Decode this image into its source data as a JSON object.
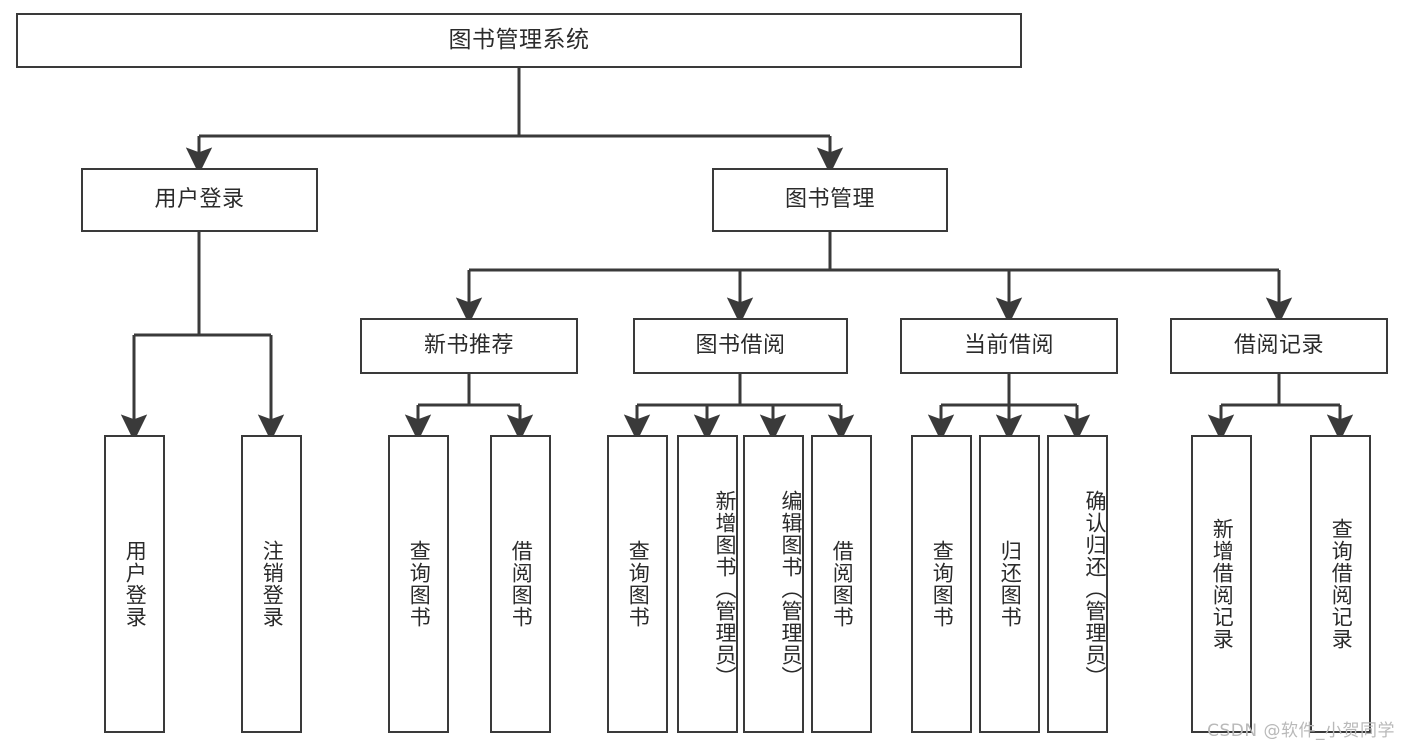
{
  "diagram": {
    "title": "图书管理系统",
    "type": "tree",
    "orientation": "top-down",
    "colors": {
      "box_border": "#3a3a3a",
      "box_fill": "#ffffff",
      "connector": "#3a3a3a",
      "text": "#2b2b2b",
      "watermark": "#b9b9b9",
      "background": "#ffffff"
    },
    "root": {
      "id": "root",
      "label": "图书管理系统"
    },
    "level2": [
      {
        "id": "user-login",
        "label": "用户登录"
      },
      {
        "id": "book-manage",
        "label": "图书管理"
      }
    ],
    "level3": [
      {
        "id": "new-book-recommend",
        "label": "新书推荐",
        "parent": "book-manage"
      },
      {
        "id": "book-borrow",
        "label": "图书借阅",
        "parent": "book-manage"
      },
      {
        "id": "current-borrow",
        "label": "当前借阅",
        "parent": "book-manage"
      },
      {
        "id": "borrow-record",
        "label": "借阅记录",
        "parent": "book-manage"
      }
    ],
    "leaves": {
      "user_login": [
        {
          "id": "leaf-user-login",
          "label": "用户登录"
        },
        {
          "id": "leaf-logout-login",
          "label": "注销登录"
        }
      ],
      "new_book_recommend": [
        {
          "id": "leaf-query-book-1",
          "label": "查询图书"
        },
        {
          "id": "leaf-borrow-book-1",
          "label": "借阅图书"
        }
      ],
      "book_borrow": [
        {
          "id": "leaf-query-book-2",
          "label": "查询图书"
        },
        {
          "id": "leaf-add-book",
          "label": "新增图书（管理员）"
        },
        {
          "id": "leaf-edit-book",
          "label": "编辑图书（管理员）"
        },
        {
          "id": "leaf-borrow-book-2",
          "label": "借阅图书"
        }
      ],
      "current_borrow": [
        {
          "id": "leaf-query-book-3",
          "label": "查询图书"
        },
        {
          "id": "leaf-return-book",
          "label": "归还图书"
        },
        {
          "id": "leaf-confirm-return",
          "label": "确认归还（管理员）"
        }
      ],
      "borrow_record": [
        {
          "id": "leaf-add-record",
          "label": "新增借阅记录"
        },
        {
          "id": "leaf-query-record",
          "label": "查询借阅记录"
        }
      ]
    }
  },
  "watermark": {
    "text": "CSDN @软件_小贺同学"
  }
}
